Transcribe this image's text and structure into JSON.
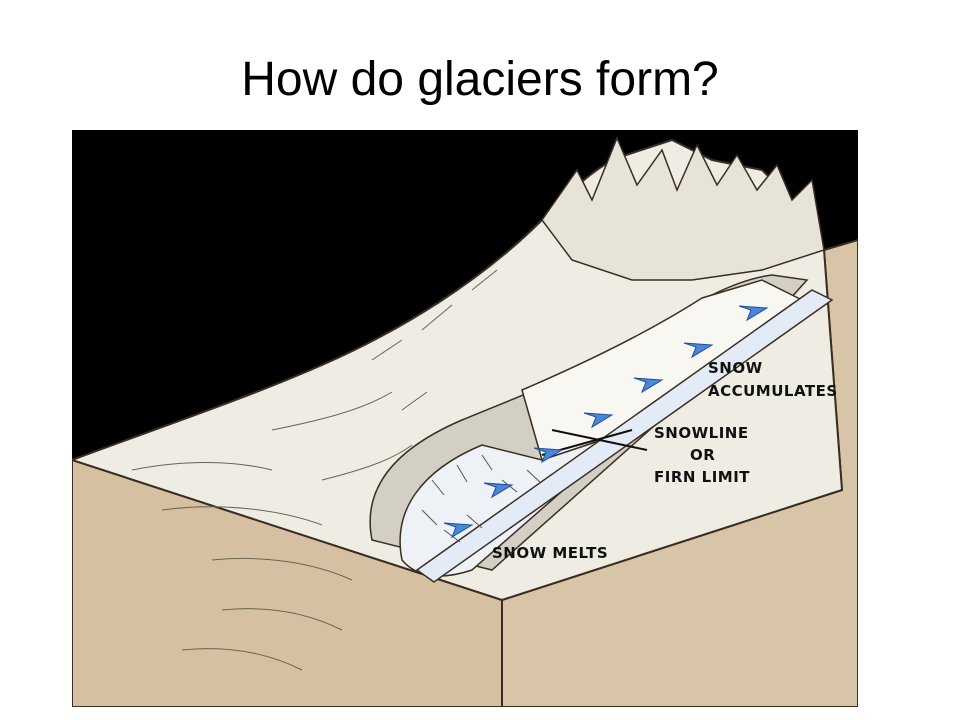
{
  "slide": {
    "title": "How do glaciers form?"
  },
  "diagram": {
    "labels": {
      "snow_accumulates_line1": "SNOW",
      "snow_accumulates_line2": "ACCUMULATES",
      "snowline_line1": "SNOWLINE",
      "snowline_line2": "OR",
      "snowline_line3": "FIRN LIMIT",
      "snow_melts": "SNOW MELTS"
    },
    "colors": {
      "background": "#000000",
      "ground": "#d9c6a8",
      "ground_side": "#c9b395",
      "snow": "#f7f5ef",
      "ice": "#e9eef8",
      "flow_arrows": "#4a86d9"
    }
  }
}
